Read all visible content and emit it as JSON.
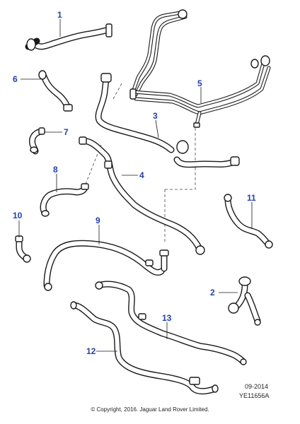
{
  "callouts": {
    "c1": "1",
    "c2": "2",
    "c3": "3",
    "c4": "4",
    "c5": "5",
    "c6": "6",
    "c7": "7",
    "c8": "8",
    "c9": "9",
    "c10": "10",
    "c11": "11",
    "c12": "12",
    "c13": "13"
  },
  "footer": {
    "date": "09-2014",
    "ref": "YE11656A",
    "copyright": "© Copyright, 2016. Jaguar Land Rover Limited."
  },
  "colors": {
    "callout": "#1f3fbf",
    "line": "#1a1a1a"
  }
}
